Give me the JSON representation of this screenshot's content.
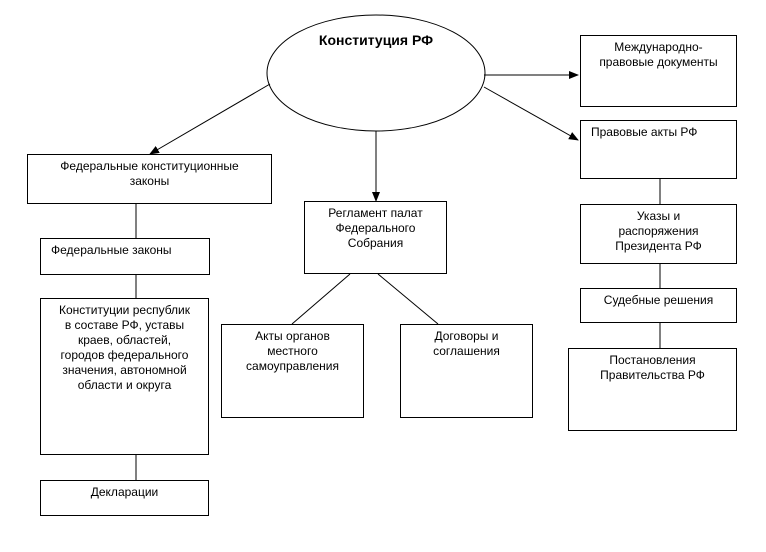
{
  "diagram": {
    "root": "Конституция РФ",
    "boxes": {
      "fkz": "Федеральные конституционные\nзаконы",
      "fz": "Федеральные законы",
      "republics": "Конституции республик\nв составе РФ, уставы\nкраев, областей,\nгородов федерального\nзначения, автономной\nобласти и округа",
      "declarations": "Декларации",
      "reglament": "Регламент палат\nФедерального\nСобрания",
      "local_acts": "Акты органов\nместного\nсамоуправления",
      "treaties": "Договоры и\nсоглашения",
      "international": "Международно-\nправовые документы",
      "legal_acts": "Правовые акты РФ",
      "decrees": "Указы и\nраспоряжения\nПрезидента РФ",
      "court": "Судебные решения",
      "government": "Постановления\nПравительства РФ"
    }
  }
}
